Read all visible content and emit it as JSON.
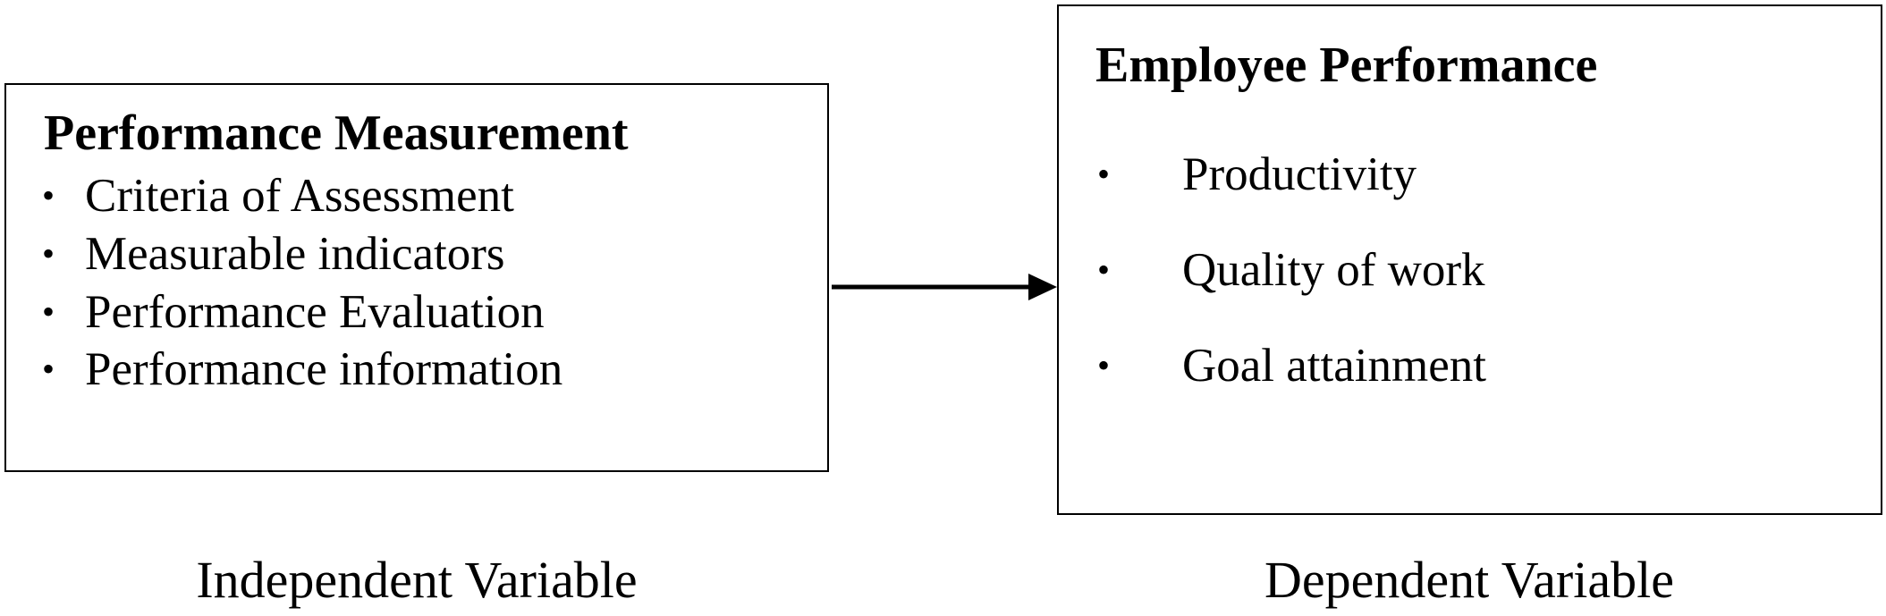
{
  "independent": {
    "title": "Performance Measurement",
    "items": [
      "Criteria of Assessment",
      "Measurable indicators",
      "Performance Evaluation",
      "Performance information"
    ],
    "caption": "Independent Variable"
  },
  "dependent": {
    "title": "Employee Performance",
    "items": [
      "Productivity",
      "Quality of work",
      "Goal attainment"
    ],
    "caption": "Dependent Variable"
  },
  "bullet_glyph": "•",
  "colors": {
    "line": "#000000",
    "background": "#ffffff"
  }
}
